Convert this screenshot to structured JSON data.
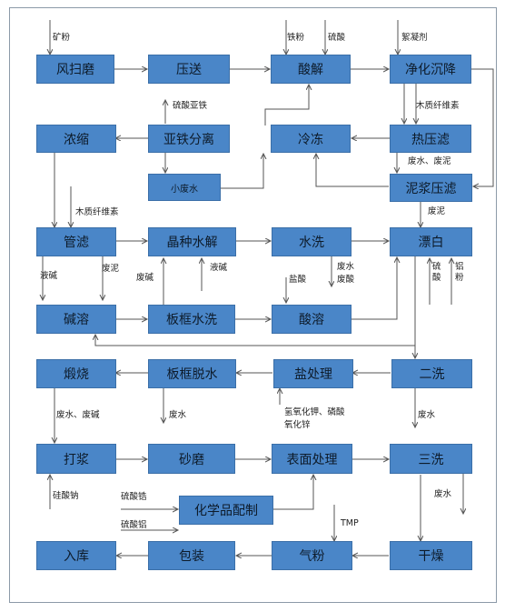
{
  "nodes": {
    "fengsaomo": "风扫磨",
    "yasong": "压送",
    "suanjie": "酸解",
    "jinghua": "净化沉降",
    "nongsuo": "浓缩",
    "yatie": "亚铁分离",
    "lengdong": "冷冻",
    "reyalv": "热压滤",
    "xiaofeishui": "小废水",
    "nijiang": "泥浆压滤",
    "guanlv": "管滤",
    "jingzhong": "晶种水解",
    "shuixi": "水洗",
    "piaobai": "漂白",
    "jianrong": "碱溶",
    "bankuangshuixi": "板框水洗",
    "suanrong": "酸溶",
    "duanshao": "煅烧",
    "bankuangtuoshui": "板框脱水",
    "yanchuli": "盐处理",
    "erxi": "二洗",
    "dajiang": "打浆",
    "shamo": "砂磨",
    "biaomian": "表面处理",
    "sanxi": "三洗",
    "huaxuepin": "化学品配制",
    "ruku": "入库",
    "baozhuang": "包装",
    "qifen": "气粉",
    "ganzao": "干燥"
  },
  "labels": {
    "kuangfen": "矿粉",
    "tiefen": "铁粉",
    "liusuan": "硫酸",
    "xuningji": "絮凝剂",
    "liusuanyatie": "硫酸亚铁",
    "muzhi1": "木质纤维素",
    "feishui_feini": "废水、废泥",
    "feini1": "废泥",
    "muzhi2": "木质纤维素",
    "yejian1": "液碱",
    "feini2": "废泥",
    "feijian1": "废碱",
    "yejian2": "液碱",
    "yansuan": "盐酸",
    "feishui1": "废水",
    "feisuan": "废酸",
    "liusuan_v": "硫酸",
    "lvfen_v": "铝粉",
    "feishui_feijian": "废水、废碱",
    "feishui2": "废水",
    "qingyanghuajia": "氢氧化钾、磷酸",
    "yanghuaxin": "氧化锌",
    "feishui3": "废水",
    "guisuanna": "硅酸钠",
    "liusuangao": "硫酸锆",
    "liusuanlv": "硫酸铝",
    "feishui4": "废水",
    "tmp": "TMP"
  }
}
